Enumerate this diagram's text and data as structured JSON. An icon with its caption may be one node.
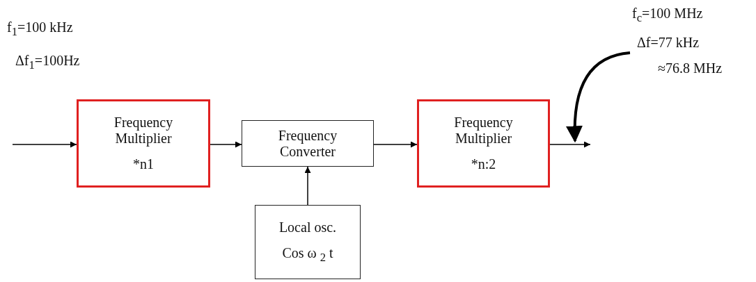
{
  "diagram": {
    "nodes": [
      {
        "text": [
          "Frequency Multiplier",
          "*n1"
        ]
      },
      {
        "text": [
          "Frequency Converter"
        ]
      },
      {
        "text": [
          "Frequency Multiplier",
          "*n:2"
        ]
      },
      {
        "text": [
          "Local osc.",
          "Cos ω $_{2}$ t"
        ]
      },
      {
        "text": [
          "f$_{c}$=100 MHz",
          "Δf=77 kHz",
          "≈76.8 MHz"
        ]
      }
    ],
    "edges": [
      {
        "from": null,
        "to": 0,
        "arrow": "to"
      },
      {
        "from": 0,
        "to": 1,
        "arrow": "to"
      },
      {
        "from": 1,
        "to": 2,
        "arrow": "to"
      },
      {
        "from": 3,
        "to": 1,
        "arrow": "to"
      },
      {
        "from": 2,
        "to": null,
        "arrow": "to"
      },
      {
        "from": 4,
        "to": null,
        "arrow": "to",
        "style": "thick"
      }
    ],
    "labels": [
      "f$_{1}$=100 kHz",
      "Δf$_{1}$=100Hz"
    ]
  }
}
